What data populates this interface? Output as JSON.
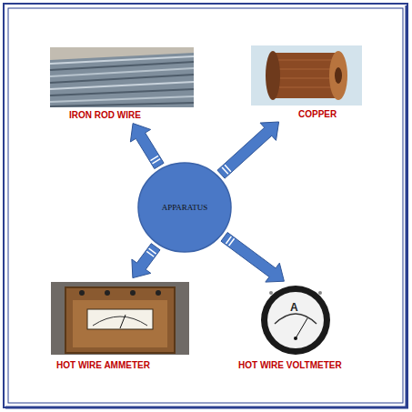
{
  "diagram": {
    "nodes": [
      {
        "text": [
          "IRON ROD WIRE"
        ]
      },
      {
        "text": [
          "COPPER"
        ]
      },
      {
        "text": [
          "APPARATUS"
        ]
      },
      {
        "text": [
          "HOT WIRE AMMETER"
        ]
      },
      {
        "text": [
          "HOT WIRE VOLTMETER"
        ]
      }
    ],
    "edges": [
      {
        "from": 2,
        "to": 0,
        "arrow": "to"
      },
      {
        "from": 2,
        "to": 1,
        "arrow": "to"
      },
      {
        "from": 2,
        "to": 3,
        "arrow": "to"
      },
      {
        "from": 2,
        "to": 4,
        "arrow": "to"
      }
    ],
    "labels": [
      "A"
    ]
  }
}
